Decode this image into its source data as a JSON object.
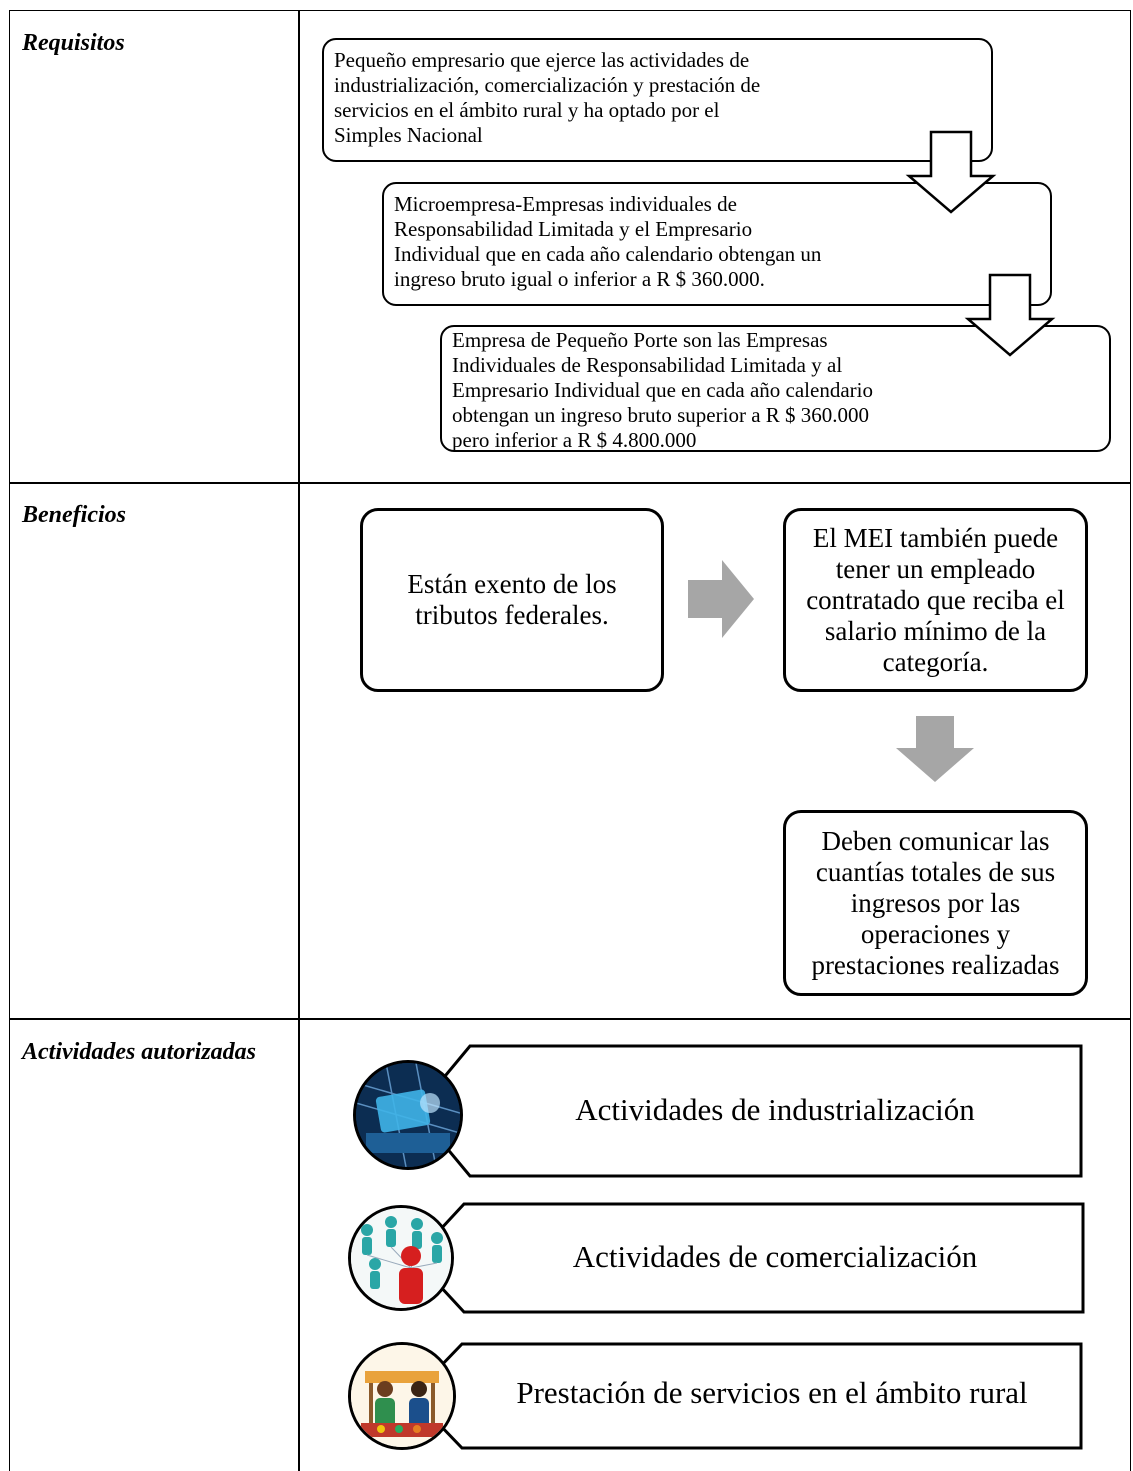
{
  "rows": {
    "requisitos": "Requisitos",
    "beneficios": "Beneficios",
    "actividades": "Actividades autorizadas"
  },
  "requisitos_steps": [
    "Pequeño empresario que ejerce las actividades de\nindustrialización, comercialización y prestación de\nservicios en el ámbito rural y ha optado por el\nSimples Nacional",
    "Microempresa-Empresas individuales de\nResponsabilidad Limitada y el Empresario\nIndividual que en cada año calendario obtengan un\ningreso bruto igual o inferior a R $ 360.000.",
    "Empresa de Pequeño Porte son las Empresas\nIndividuales de Responsabilidad Limitada y al\nEmpresario Individual que en cada año calendario\nobtengan un ingreso bruto superior a R $ 360.000\npero inferior a R $ 4.800.000"
  ],
  "beneficios": [
    "Están exento de los tributos federales.",
    "El MEI también puede tener un empleado contratado que reciba el salario mínimo de la categoría.",
    "Deben comunicar las cuantías totales de sus ingresos por las operaciones y prestaciones realizadas"
  ],
  "actividades": [
    {
      "label": "Actividades de industrialización",
      "icon": "industrialization-photo-icon"
    },
    {
      "label": "Actividades de comercialización",
      "icon": "people-network-icon"
    },
    {
      "label": "Prestación de servicios en el ámbito rural",
      "icon": "rural-market-icon"
    }
  ],
  "colors": {
    "arrow_gray": "#a6a6a6",
    "icon_teal": "#2aa6a6",
    "icon_red": "#d61f1f",
    "icon_blue": "#1b4f8c"
  }
}
